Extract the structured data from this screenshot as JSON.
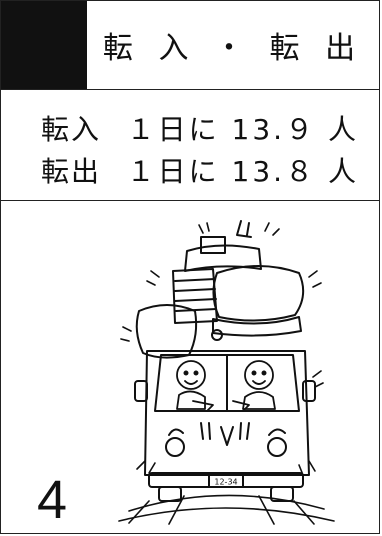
{
  "header": {
    "title": "転 入 ・ 転 出"
  },
  "stats": [
    {
      "label": "転入",
      "value": "１日に 13.９ 人"
    },
    {
      "label": "転出",
      "value": "１日に 13.８ 人"
    }
  ],
  "illustration": {
    "plate": "12-34"
  },
  "page_number": "4"
}
